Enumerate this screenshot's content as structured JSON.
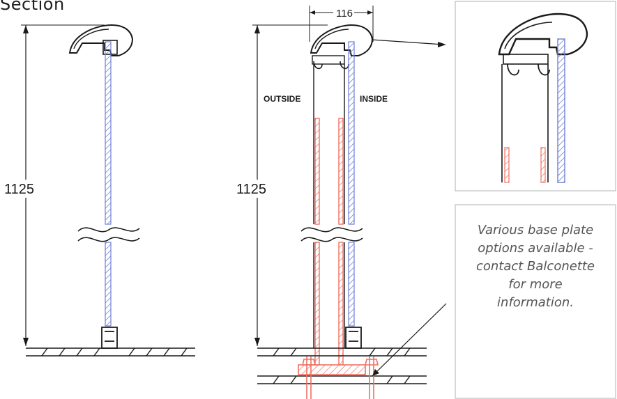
{
  "title": "Section",
  "left_drawing": {
    "height_label": "1125"
  },
  "center_drawing": {
    "height_label": "1125",
    "width_label": "116",
    "outside_label": "OUTSIDE",
    "inside_label": "INSIDE"
  },
  "note": {
    "text": "Various base plate options available - contact Balconette for more information."
  },
  "colors": {
    "line": "#1a1a1a",
    "glass": "#6f7fd6",
    "post": "#f07060",
    "note_text": "#555555",
    "frame": "#bdbdbd"
  }
}
